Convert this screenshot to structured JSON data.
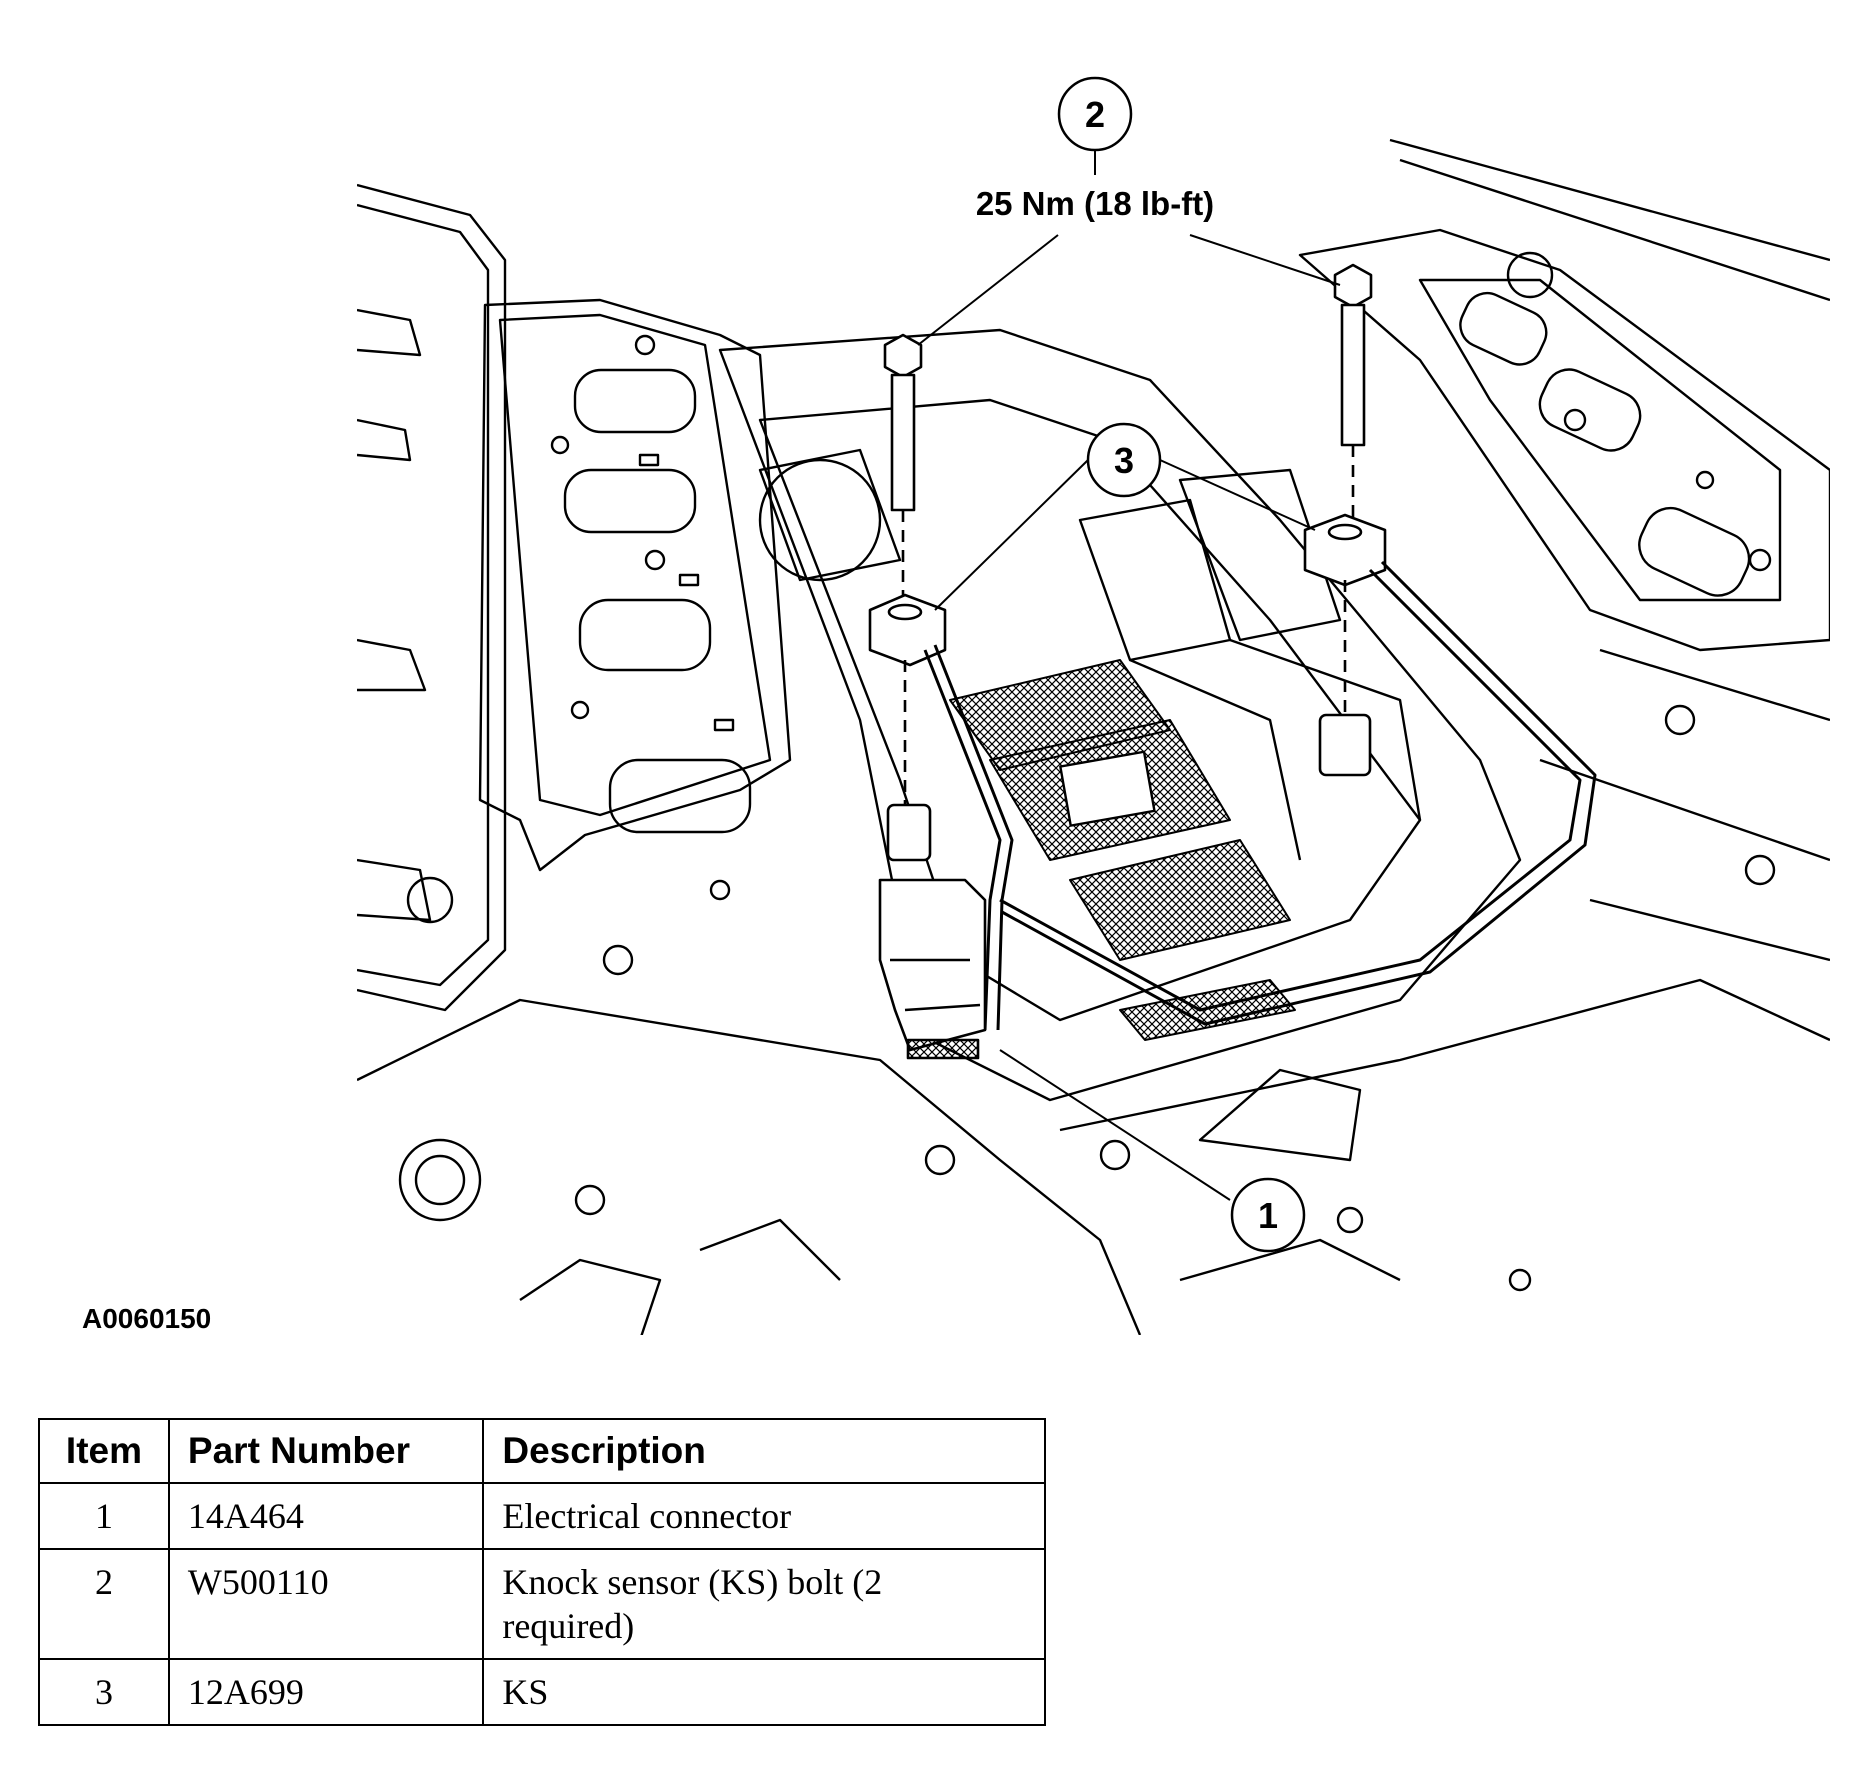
{
  "figure_id": "A0060150",
  "callouts": [
    {
      "number": "1"
    },
    {
      "number": "2",
      "label": "25 Nm (18 lb-ft)"
    },
    {
      "number": "3"
    }
  ],
  "table": {
    "headers": [
      "Item",
      "Part Number",
      "Description"
    ],
    "rows": [
      {
        "item": "1",
        "part_number": "14A464",
        "description": "Electrical connector"
      },
      {
        "item": "2",
        "part_number": "W500110",
        "description": "Knock sensor (KS) bolt (2 required)"
      },
      {
        "item": "3",
        "part_number": "12A699",
        "description": "KS"
      }
    ]
  },
  "colors": {
    "line": "#000000",
    "background": "#ffffff"
  }
}
